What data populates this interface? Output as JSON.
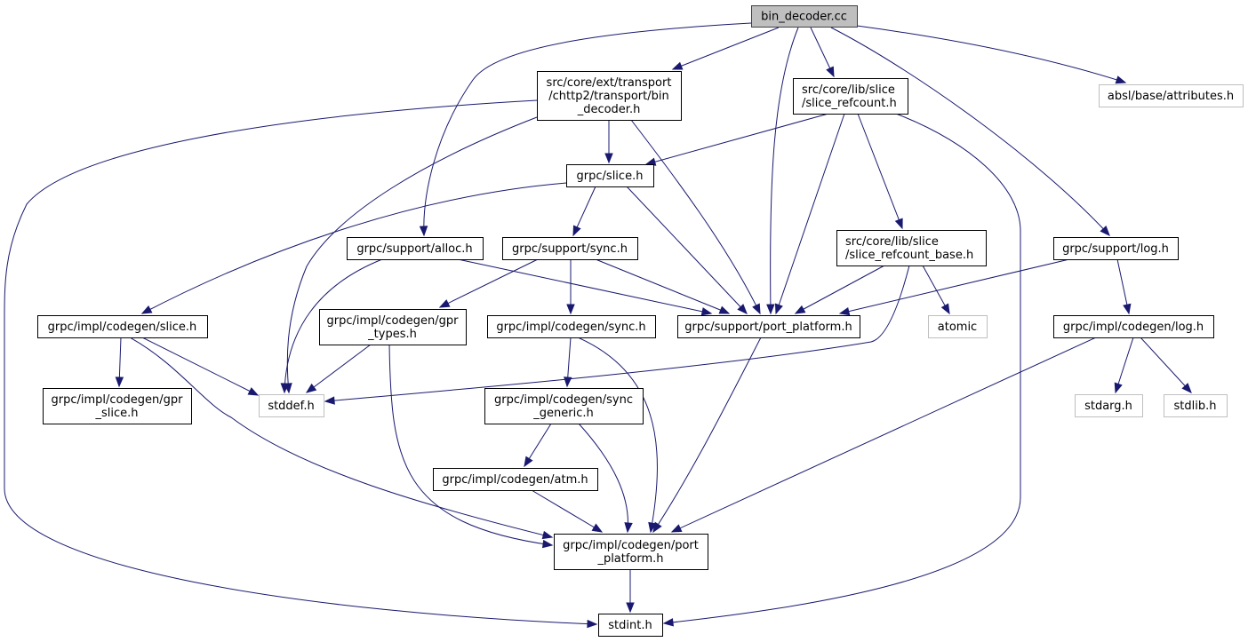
{
  "diagram": {
    "title": "Include dependency graph for bin_decoder.cc",
    "colors": {
      "edge": "#191970",
      "root_fill": "#bfbfbf",
      "external_border": "#bfbfbf",
      "node_border": "#000000"
    },
    "nodes": [
      {
        "id": "root",
        "kind": "root",
        "lines": [
          "bin_decoder.cc"
        ]
      },
      {
        "id": "bin_decoder_h",
        "kind": "normal",
        "lines": [
          "src/core/ext/transport",
          "/chttp2/transport/bin",
          "_decoder.h"
        ]
      },
      {
        "id": "slice_refcount_h",
        "kind": "normal",
        "lines": [
          "src/core/lib/slice",
          "/slice_refcount.h"
        ]
      },
      {
        "id": "absl_attributes",
        "kind": "external",
        "lines": [
          "absl/base/attributes.h"
        ]
      },
      {
        "id": "grpc_slice_h",
        "kind": "normal",
        "lines": [
          "grpc/slice.h"
        ]
      },
      {
        "id": "support_alloc_h",
        "kind": "normal",
        "lines": [
          "grpc/support/alloc.h"
        ]
      },
      {
        "id": "support_sync_h",
        "kind": "normal",
        "lines": [
          "grpc/support/sync.h"
        ]
      },
      {
        "id": "slice_refcount_base_h",
        "kind": "normal",
        "lines": [
          "src/core/lib/slice",
          "/slice_refcount_base.h"
        ]
      },
      {
        "id": "support_log_h",
        "kind": "normal",
        "lines": [
          "grpc/support/log.h"
        ]
      },
      {
        "id": "codegen_slice_h",
        "kind": "normal",
        "lines": [
          "grpc/impl/codegen/slice.h"
        ]
      },
      {
        "id": "codegen_gpr_types_h",
        "kind": "normal",
        "lines": [
          "grpc/impl/codegen/gpr",
          "_types.h"
        ]
      },
      {
        "id": "codegen_sync_h",
        "kind": "normal",
        "lines": [
          "grpc/impl/codegen/sync.h"
        ]
      },
      {
        "id": "support_port_platform_h",
        "kind": "normal",
        "lines": [
          "grpc/support/port_platform.h"
        ]
      },
      {
        "id": "atomic",
        "kind": "external",
        "lines": [
          "atomic"
        ]
      },
      {
        "id": "codegen_log_h",
        "kind": "normal",
        "lines": [
          "grpc/impl/codegen/log.h"
        ]
      },
      {
        "id": "codegen_gpr_slice_h",
        "kind": "normal",
        "lines": [
          "grpc/impl/codegen/gpr",
          "_slice.h"
        ]
      },
      {
        "id": "stddef_h",
        "kind": "external",
        "lines": [
          "stddef.h"
        ]
      },
      {
        "id": "codegen_sync_generic_h",
        "kind": "normal",
        "lines": [
          "grpc/impl/codegen/sync",
          "_generic.h"
        ]
      },
      {
        "id": "stdarg_h",
        "kind": "external",
        "lines": [
          "stdarg.h"
        ]
      },
      {
        "id": "stdlib_h",
        "kind": "external",
        "lines": [
          "stdlib.h"
        ]
      },
      {
        "id": "codegen_atm_h",
        "kind": "normal",
        "lines": [
          "grpc/impl/codegen/atm.h"
        ]
      },
      {
        "id": "codegen_port_platform_h",
        "kind": "normal",
        "lines": [
          "grpc/impl/codegen/port",
          "_platform.h"
        ]
      },
      {
        "id": "stdint_h",
        "kind": "normal",
        "lines": [
          "stdint.h"
        ]
      }
    ],
    "edges": [
      [
        "root",
        "bin_decoder_h"
      ],
      [
        "root",
        "slice_refcount_h"
      ],
      [
        "root",
        "absl_attributes"
      ],
      [
        "root",
        "support_alloc_h"
      ],
      [
        "root",
        "support_log_h"
      ],
      [
        "root",
        "support_port_platform_h"
      ],
      [
        "bin_decoder_h",
        "grpc_slice_h"
      ],
      [
        "bin_decoder_h",
        "support_port_platform_h"
      ],
      [
        "bin_decoder_h",
        "stddef_h"
      ],
      [
        "bin_decoder_h",
        "stdint_h"
      ],
      [
        "slice_refcount_h",
        "grpc_slice_h"
      ],
      [
        "slice_refcount_h",
        "support_port_platform_h"
      ],
      [
        "slice_refcount_h",
        "slice_refcount_base_h"
      ],
      [
        "slice_refcount_h",
        "stdint_h"
      ],
      [
        "grpc_slice_h",
        "codegen_slice_h"
      ],
      [
        "grpc_slice_h",
        "support_sync_h"
      ],
      [
        "grpc_slice_h",
        "support_port_platform_h"
      ],
      [
        "support_alloc_h",
        "stddef_h"
      ],
      [
        "support_alloc_h",
        "support_port_platform_h"
      ],
      [
        "support_sync_h",
        "codegen_gpr_types_h"
      ],
      [
        "support_sync_h",
        "codegen_sync_h"
      ],
      [
        "support_sync_h",
        "support_port_platform_h"
      ],
      [
        "slice_refcount_base_h",
        "support_port_platform_h"
      ],
      [
        "slice_refcount_base_h",
        "atomic"
      ],
      [
        "slice_refcount_base_h",
        "stddef_h"
      ],
      [
        "support_log_h",
        "support_port_platform_h"
      ],
      [
        "support_log_h",
        "codegen_log_h"
      ],
      [
        "codegen_slice_h",
        "codegen_gpr_slice_h"
      ],
      [
        "codegen_slice_h",
        "stddef_h"
      ],
      [
        "codegen_slice_h",
        "codegen_port_platform_h"
      ],
      [
        "codegen_gpr_types_h",
        "stddef_h"
      ],
      [
        "codegen_gpr_types_h",
        "codegen_port_platform_h"
      ],
      [
        "codegen_sync_h",
        "codegen_sync_generic_h"
      ],
      [
        "codegen_sync_h",
        "codegen_port_platform_h"
      ],
      [
        "support_port_platform_h",
        "codegen_port_platform_h"
      ],
      [
        "codegen_log_h",
        "stdarg_h"
      ],
      [
        "codegen_log_h",
        "stdlib_h"
      ],
      [
        "codegen_log_h",
        "codegen_port_platform_h"
      ],
      [
        "codegen_sync_generic_h",
        "codegen_atm_h"
      ],
      [
        "codegen_sync_generic_h",
        "codegen_port_platform_h"
      ],
      [
        "codegen_atm_h",
        "codegen_port_platform_h"
      ],
      [
        "codegen_port_platform_h",
        "stdint_h"
      ]
    ]
  }
}
